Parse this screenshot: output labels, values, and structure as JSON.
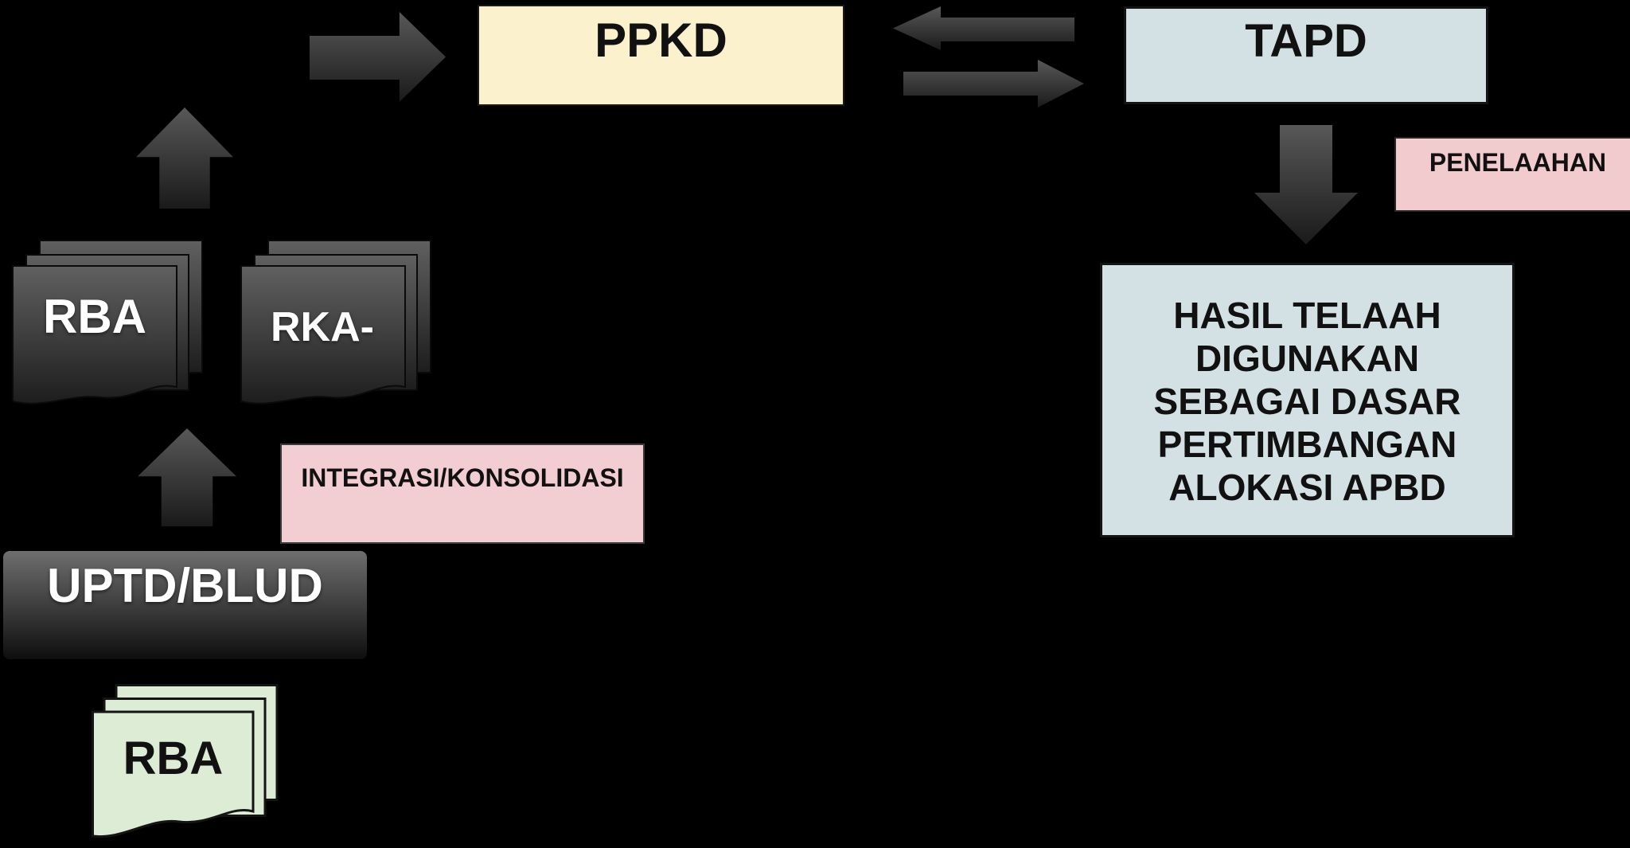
{
  "title": "Alur RBA/RKA ke PPKD-TAPD (diagram)",
  "nodes": {
    "ppkd": {
      "label": "PPKD"
    },
    "tapd": {
      "label": "TAPD"
    },
    "hasil": {
      "lines": [
        "HASIL TELAAH",
        "DIGUNAKAN",
        "SEBAGAI DASAR",
        "PERTIMBANGAN",
        "ALOKASI APBD"
      ]
    },
    "penelaahan": {
      "label": "PENELAAHAN"
    },
    "integrasi": {
      "label": "INTEGRASI/KONSOLIDASI"
    },
    "uptd": {
      "label": "UPTD/BLUD"
    },
    "rba_dark": {
      "label": "RBA"
    },
    "rka_dark": {
      "label": "RKA-"
    },
    "rba_green": {
      "label": "RBA"
    }
  },
  "colors": {
    "bg": "#000000",
    "cream": "#FBF1CD",
    "lightblue": "#D3E1E4",
    "pink": "#F2CBCE",
    "pink2": "#F2CED2",
    "green": "#DCECD5",
    "arrow-top": "#585858",
    "arrow-bottom": "#1a1a1a",
    "page-top": "#606060",
    "page-bottom": "#1d1d1d",
    "uptd-top": "#6e6e6e",
    "uptd-bottom": "#0e0e0e",
    "ink": "#111111"
  }
}
